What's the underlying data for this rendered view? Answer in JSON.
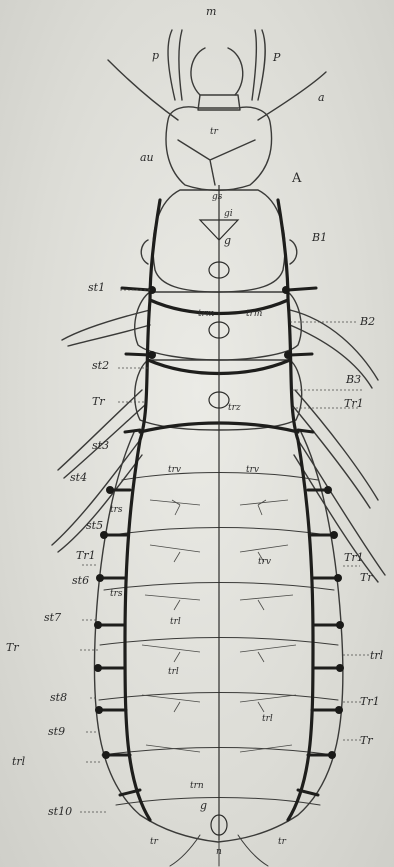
{
  "figure": {
    "panel_letter": "A",
    "labels": {
      "m": "m",
      "p_left": "p",
      "p_right": "P",
      "a": "a",
      "tr_head": "tr",
      "au": "au",
      "gs": "gs",
      "gi": "gi",
      "g_upper": "g",
      "B1": "B1",
      "st1": "st1",
      "trm_left": "trm",
      "trm_right": "trm",
      "B2": "B2",
      "st2": "st2",
      "B3": "B3",
      "Tr_left": "Tr",
      "trz": "trz",
      "Tr1_upper": "Tr1",
      "st3": "st3",
      "st4": "st4",
      "trv_left": "trv",
      "trv_right": "trv",
      "trs_1": "trs",
      "st5": "st5",
      "Tr1_left": "Tr1",
      "st6": "st6",
      "Tr1_right": "Tr1",
      "trv_mid": "trv",
      "Tr_right": "Tr",
      "trs_2": "trs",
      "st7": "st7",
      "trl_1": "trl",
      "Tr_margin": "Tr",
      "trl_right": "trl",
      "st8": "st8",
      "trl_2": "trl",
      "Tr1_low": "Tr1",
      "st9": "st9",
      "trl_3": "trl",
      "trl_left": "trl",
      "Tr_low": "Tr",
      "st10": "st10",
      "trn": "trn",
      "g_lower": "g",
      "tr_bl": "tr",
      "tr_br": "tr",
      "n": "n"
    }
  }
}
